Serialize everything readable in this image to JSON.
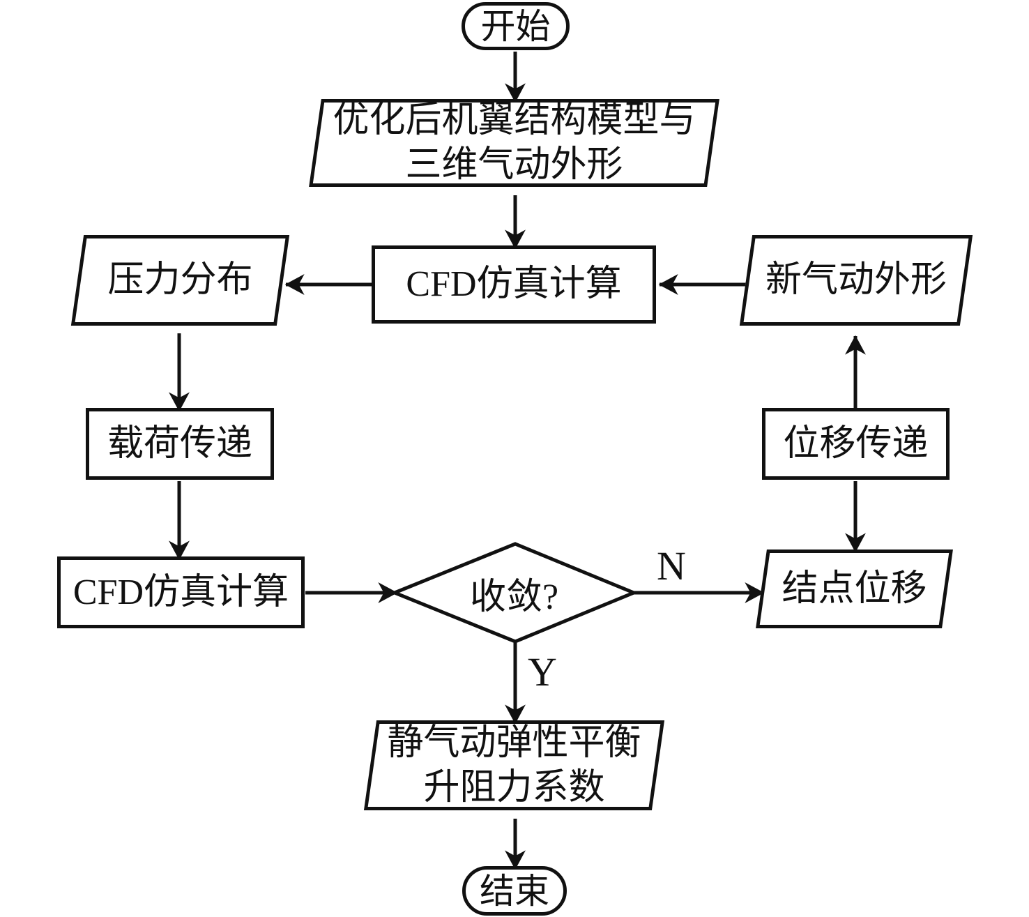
{
  "figure": {
    "background_color": "#ffffff",
    "stroke_color": "#111111",
    "nodes": {
      "start": {
        "shape": "terminator",
        "label": "开始"
      },
      "optimized_model": {
        "shape": "parallelogram",
        "label": "优化后机翼结构模型与\n三维气动外形"
      },
      "cfd_simulation_top": {
        "shape": "rectangle",
        "label": "CFD仿真计算"
      },
      "pressure_distribution": {
        "shape": "parallelogram",
        "label": "压力分布"
      },
      "load_transfer": {
        "shape": "rectangle",
        "label": "载荷传递"
      },
      "cfd_simulation_bottom": {
        "shape": "rectangle",
        "label": "CFD仿真计算"
      },
      "convergence_decision": {
        "shape": "diamond",
        "label": "收敛?"
      },
      "node_displacement": {
        "shape": "parallelogram",
        "label": "结点位移"
      },
      "displacement_transfer": {
        "shape": "rectangle",
        "label": "位移传递"
      },
      "new_aero_shape": {
        "shape": "parallelogram",
        "label": "新气动外形"
      },
      "aeroelastic_result": {
        "shape": "parallelogram",
        "label": "静气动弹性平衡\n升阻力系数"
      },
      "end": {
        "shape": "terminator",
        "label": "结束"
      }
    },
    "edge_labels": {
      "no_branch": "N",
      "yes_branch": "Y"
    }
  }
}
